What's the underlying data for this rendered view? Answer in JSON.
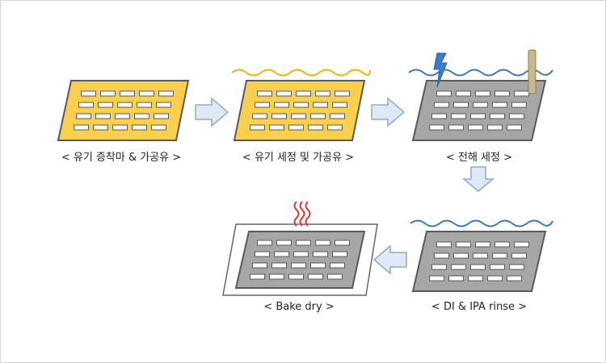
{
  "colors": {
    "organic_panel": "#f8cf4e",
    "gray_panel": "#a6a6a6",
    "panel_border": "#5a5a5a",
    "slot": "#ffffff",
    "yellow_wave": "#f2b400",
    "blue_wave": "#3a79b8",
    "arrow_fill": "#dfe9f5",
    "arrow_stroke": "#8eaacb",
    "lightning": "#3d7cc9",
    "electrode": "#c8b98a",
    "heat": "#e23a2e"
  },
  "icons": {
    "arrow": "block-arrow-icon",
    "lightning": "lightning-icon",
    "electrode": "electrode-rod-icon",
    "heat": "heat-waves-icon"
  },
  "steps": [
    {
      "id": "step-1",
      "caption": "< 유기 증착마 & 가공유 >"
    },
    {
      "id": "step-2",
      "caption": "< 유기 세정 및 가공유 >"
    },
    {
      "id": "step-3",
      "caption": "< 전해 세정 >"
    },
    {
      "id": "step-4",
      "caption": "< DI & IPA rinse >"
    },
    {
      "id": "step-5",
      "caption": "< Bake dry >"
    }
  ]
}
